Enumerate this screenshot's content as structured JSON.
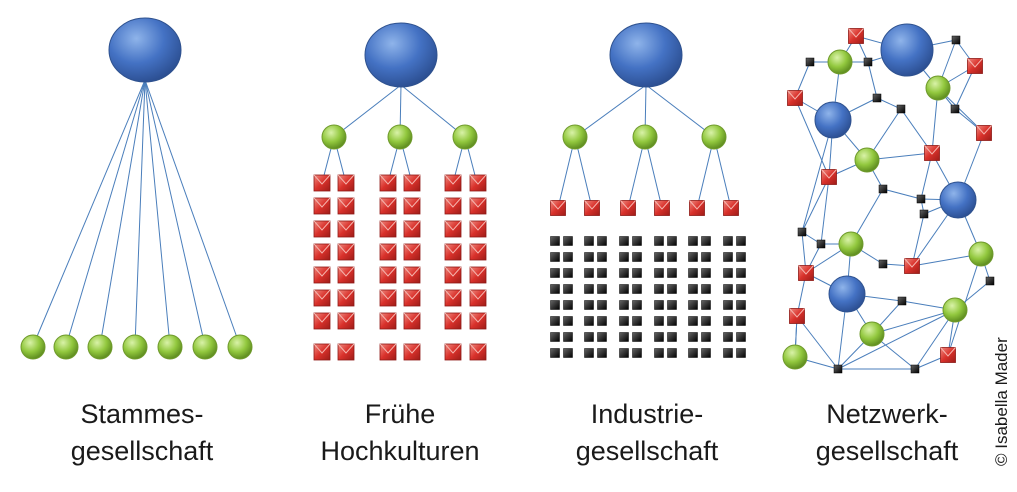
{
  "captions": [
    {
      "line1": "Stammes-",
      "line2": "gesellschaft"
    },
    {
      "line1": "Frühe",
      "line2": "Hochkulturen"
    },
    {
      "line1": "Industrie-",
      "line2": "gesellschaft"
    },
    {
      "line1": "Netzwerk-",
      "line2": "gesellschaft"
    }
  ],
  "credit": "© Isabella  Mader",
  "colors": {
    "blue_node": "#4472c4",
    "green_node": "#92c83e",
    "red_node": "#d9312b",
    "black_node": "#111111",
    "link": "#4a7ebb"
  }
}
